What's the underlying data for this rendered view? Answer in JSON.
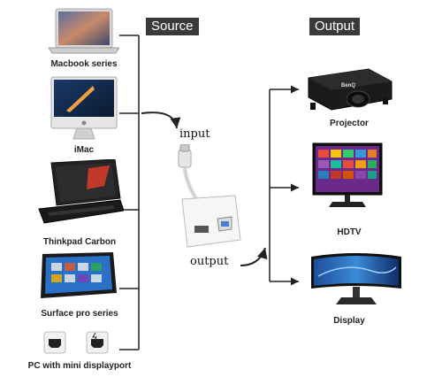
{
  "headers": {
    "source": "Source",
    "output": "Output"
  },
  "sources": [
    {
      "label": "Macbook series"
    },
    {
      "label": "iMac"
    },
    {
      "label": "Thinkpad Carbon"
    },
    {
      "label": "Surface pro series"
    },
    {
      "label": "PC with mini displayport"
    }
  ],
  "outputs": [
    {
      "label": "Projector"
    },
    {
      "label": "HDTV"
    },
    {
      "label": "Display"
    }
  ],
  "adapter": {
    "input_label": "input",
    "output_label": "output"
  },
  "projector": {
    "brand": "BenQ"
  },
  "colors": {
    "line": "#222222",
    "header_bg": "#3a3a3a",
    "header_text": "#ffffff"
  }
}
